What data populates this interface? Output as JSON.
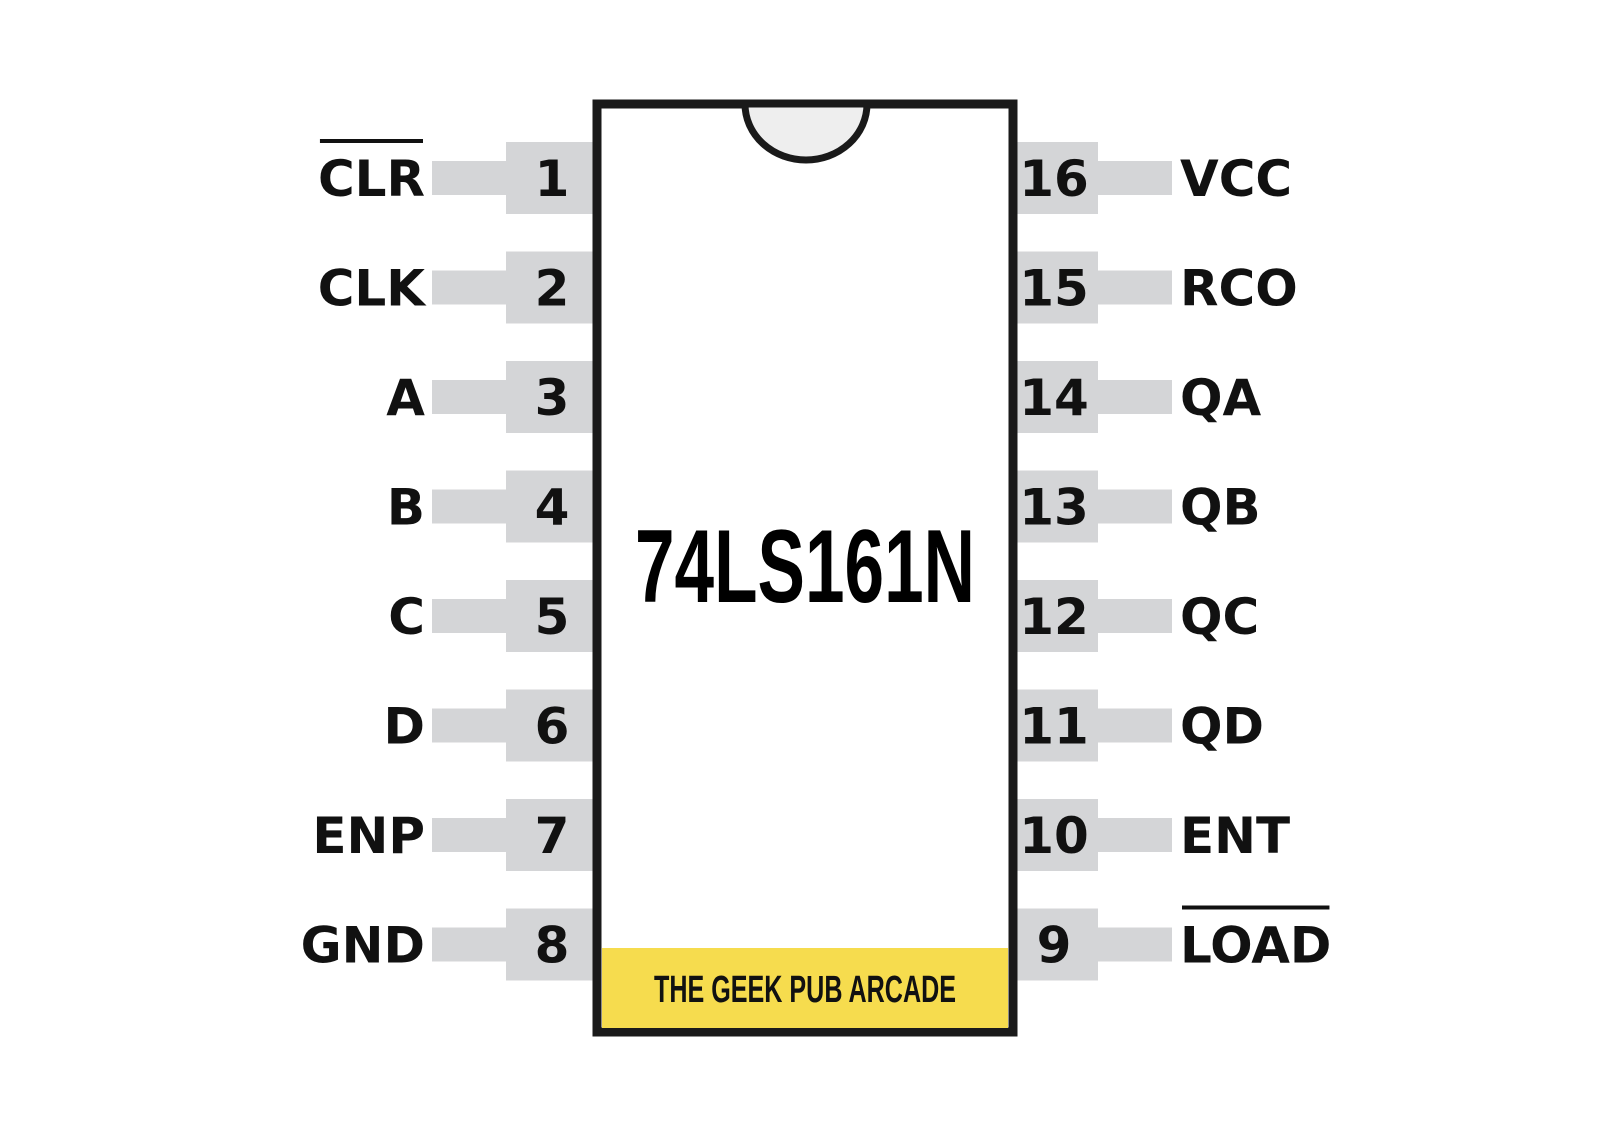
{
  "chip": {
    "name": "74LS161N",
    "footer": "THE GEEK PUB ARCADE"
  },
  "colors": {
    "body_outline": "#1a1a1a",
    "body_fill": "#ffffff",
    "pin_gray": "#d4d5d7",
    "notch_fill": "#eeeeee",
    "footer_yellow": "#f6dc4e",
    "text": "#111111"
  },
  "left_pins": [
    {
      "number": "1",
      "label": "CLR",
      "active_low": true
    },
    {
      "number": "2",
      "label": "CLK",
      "active_low": false
    },
    {
      "number": "3",
      "label": "A",
      "active_low": false
    },
    {
      "number": "4",
      "label": "B",
      "active_low": false
    },
    {
      "number": "5",
      "label": "C",
      "active_low": false
    },
    {
      "number": "6",
      "label": "D",
      "active_low": false
    },
    {
      "number": "7",
      "label": "ENP",
      "active_low": false
    },
    {
      "number": "8",
      "label": "GND",
      "active_low": false
    }
  ],
  "right_pins": [
    {
      "number": "16",
      "label": "VCC",
      "active_low": false
    },
    {
      "number": "15",
      "label": "RCO",
      "active_low": false
    },
    {
      "number": "14",
      "label": "QA",
      "active_low": false
    },
    {
      "number": "13",
      "label": "QB",
      "active_low": false
    },
    {
      "number": "12",
      "label": "QC",
      "active_low": false
    },
    {
      "number": "11",
      "label": "QD",
      "active_low": false
    },
    {
      "number": "10",
      "label": "ENT",
      "active_low": false
    },
    {
      "number": "9",
      "label": "LOAD",
      "active_low": true
    }
  ]
}
